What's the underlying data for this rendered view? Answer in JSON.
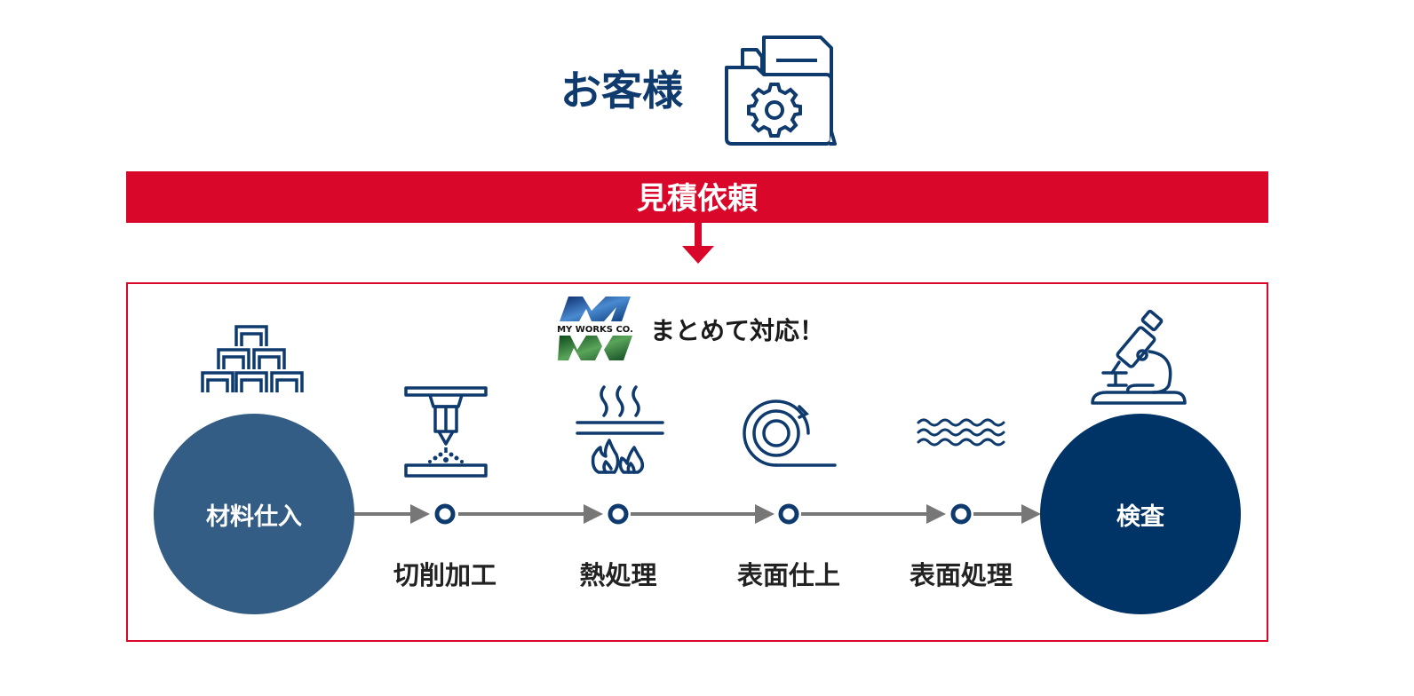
{
  "customer": {
    "title": "お客様",
    "icon": "folder-gear-icon"
  },
  "request": {
    "label": "見積依頼"
  },
  "company": {
    "logo_text": "MY WORKS CO.",
    "tagline": "まとめて対応！"
  },
  "flow": {
    "start": {
      "label": "材料仕入",
      "icon": "stacked-materials-icon"
    },
    "steps": [
      {
        "label": "切削加工",
        "icon": "laser-cutting-icon"
      },
      {
        "label": "熱処理",
        "icon": "heat-treatment-icon"
      },
      {
        "label": "表面仕上",
        "icon": "surface-roll-icon"
      },
      {
        "label": "表面処理",
        "icon": "surface-wave-icon"
      }
    ],
    "end": {
      "label": "検査",
      "icon": "microscope-icon"
    }
  },
  "colors": {
    "navy": "#0e3a6e",
    "red": "#d9072a",
    "start_circle": "#345d85",
    "end_circle": "#003366",
    "arrow_gray": "#777777"
  }
}
